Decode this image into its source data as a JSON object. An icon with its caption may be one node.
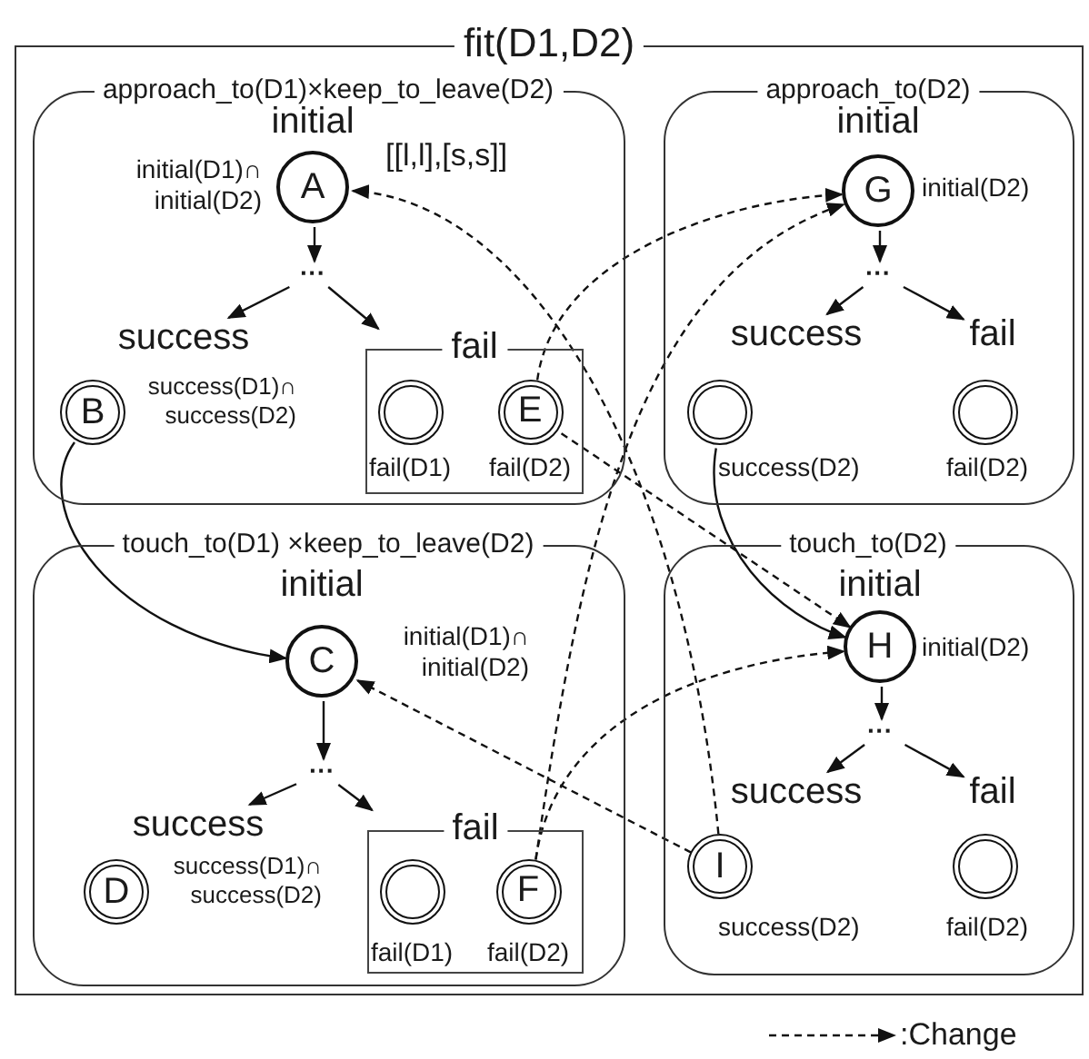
{
  "diagram": {
    "nodes": [
      {
        "text": [
          "fit(D1,D2)"
        ]
      },
      {
        "text": [
          "approach_to(D1)×keep_to_leave(D2)"
        ],
        "in": 0
      },
      {
        "text": [
          "A"
        ],
        "in": 1,
        "beside": [
          "initial",
          "initial(D1)∩ initial(D2)"
        ]
      },
      {
        "text": [
          "···"
        ],
        "in": 1
      },
      {
        "text": [
          "success"
        ],
        "in": 1
      },
      {
        "text": [
          "fail"
        ],
        "in": 1
      },
      {
        "text": [
          "B"
        ],
        "in": 1,
        "beside": [
          "success(D1)∩ success(D2)"
        ]
      },
      {
        "text": [],
        "shape": "circle",
        "in": 5,
        "beside": [
          "fail(D1)"
        ]
      },
      {
        "text": [
          "E"
        ],
        "in": 5,
        "beside": [
          "fail(D2)"
        ]
      },
      {
        "text": [
          "approach_to(D2)"
        ],
        "in": 0
      },
      {
        "text": [
          "G"
        ],
        "in": 9,
        "beside": [
          "initial",
          "initial(D2)"
        ]
      },
      {
        "text": [
          "···"
        ],
        "in": 9
      },
      {
        "text": [
          "success"
        ],
        "in": 9
      },
      {
        "text": [
          "fail"
        ],
        "in": 9
      },
      {
        "text": [],
        "shape": "circle",
        "in": 9,
        "beside": [
          "success(D2)"
        ]
      },
      {
        "text": [],
        "shape": "circle",
        "in": 9,
        "beside": [
          "fail(D2)"
        ]
      },
      {
        "text": [
          "touch_to(D1) ×keep_to_leave(D2)"
        ],
        "in": 0
      },
      {
        "text": [
          "C"
        ],
        "in": 16,
        "beside": [
          "initial",
          "initial(D1)∩ initial(D2)"
        ]
      },
      {
        "text": [
          "···"
        ],
        "in": 16
      },
      {
        "text": [
          "success"
        ],
        "in": 16
      },
      {
        "text": [
          "fail"
        ],
        "in": 16
      },
      {
        "text": [
          "D"
        ],
        "in": 16,
        "beside": [
          "success(D1)∩ success(D2)"
        ]
      },
      {
        "text": [],
        "shape": "circle",
        "in": 20,
        "beside": [
          "fail(D1)"
        ]
      },
      {
        "text": [
          "F"
        ],
        "in": 20,
        "beside": [
          "fail(D2)"
        ]
      },
      {
        "text": [
          "touch_to(D2)"
        ],
        "in": 0
      },
      {
        "text": [
          "H"
        ],
        "in": 24,
        "beside": [
          "initial",
          "initial(D2)"
        ]
      },
      {
        "text": [
          "···"
        ],
        "in": 24
      },
      {
        "text": [
          "success"
        ],
        "in": 24
      },
      {
        "text": [
          "fail"
        ],
        "in": 24
      },
      {
        "text": [
          "I"
        ],
        "in": 24,
        "beside": [
          "success(D2)"
        ]
      },
      {
        "text": [],
        "shape": "circle",
        "in": 24,
        "beside": [
          "fail(D2)"
        ]
      }
    ],
    "edges": [
      {
        "from": 2,
        "to": 3,
        "arrow": "to"
      },
      {
        "from": 3,
        "to": 4,
        "arrow": "to"
      },
      {
        "from": 3,
        "to": 5,
        "arrow": "to"
      },
      {
        "from": 10,
        "to": 11,
        "arrow": "to"
      },
      {
        "from": 11,
        "to": 12,
        "arrow": "to"
      },
      {
        "from": 11,
        "to": 13,
        "arrow": "to"
      },
      {
        "from": 17,
        "to": 18,
        "arrow": "to"
      },
      {
        "from": 18,
        "to": 19,
        "arrow": "to"
      },
      {
        "from": 18,
        "to": 20,
        "arrow": "to"
      },
      {
        "from": 25,
        "to": 26,
        "arrow": "to"
      },
      {
        "from": 26,
        "to": 27,
        "arrow": "to"
      },
      {
        "from": 26,
        "to": 28,
        "arrow": "to"
      },
      {
        "from": 6,
        "to": 17,
        "arrow": "to"
      },
      {
        "from": 14,
        "to": 25,
        "arrow": "to"
      },
      {
        "from": 8,
        "to": 10,
        "arrow": "to",
        "style": "dashed"
      },
      {
        "from": 8,
        "to": 25,
        "arrow": "to",
        "style": "dashed"
      },
      {
        "from": 23,
        "to": 10,
        "arrow": "to",
        "style": "dashed"
      },
      {
        "from": 23,
        "to": 25,
        "arrow": "to",
        "style": "dashed"
      },
      {
        "from": 29,
        "to": 17,
        "arrow": "to",
        "style": "dashed"
      },
      {
        "from": 29,
        "to": 2,
        "arrow": "to",
        "style": "dashed"
      }
    ],
    "labels": [
      "[[l,l],[s,s]]"
    ],
    "legend": [
      {
        "text": ":Change"
      }
    ]
  }
}
